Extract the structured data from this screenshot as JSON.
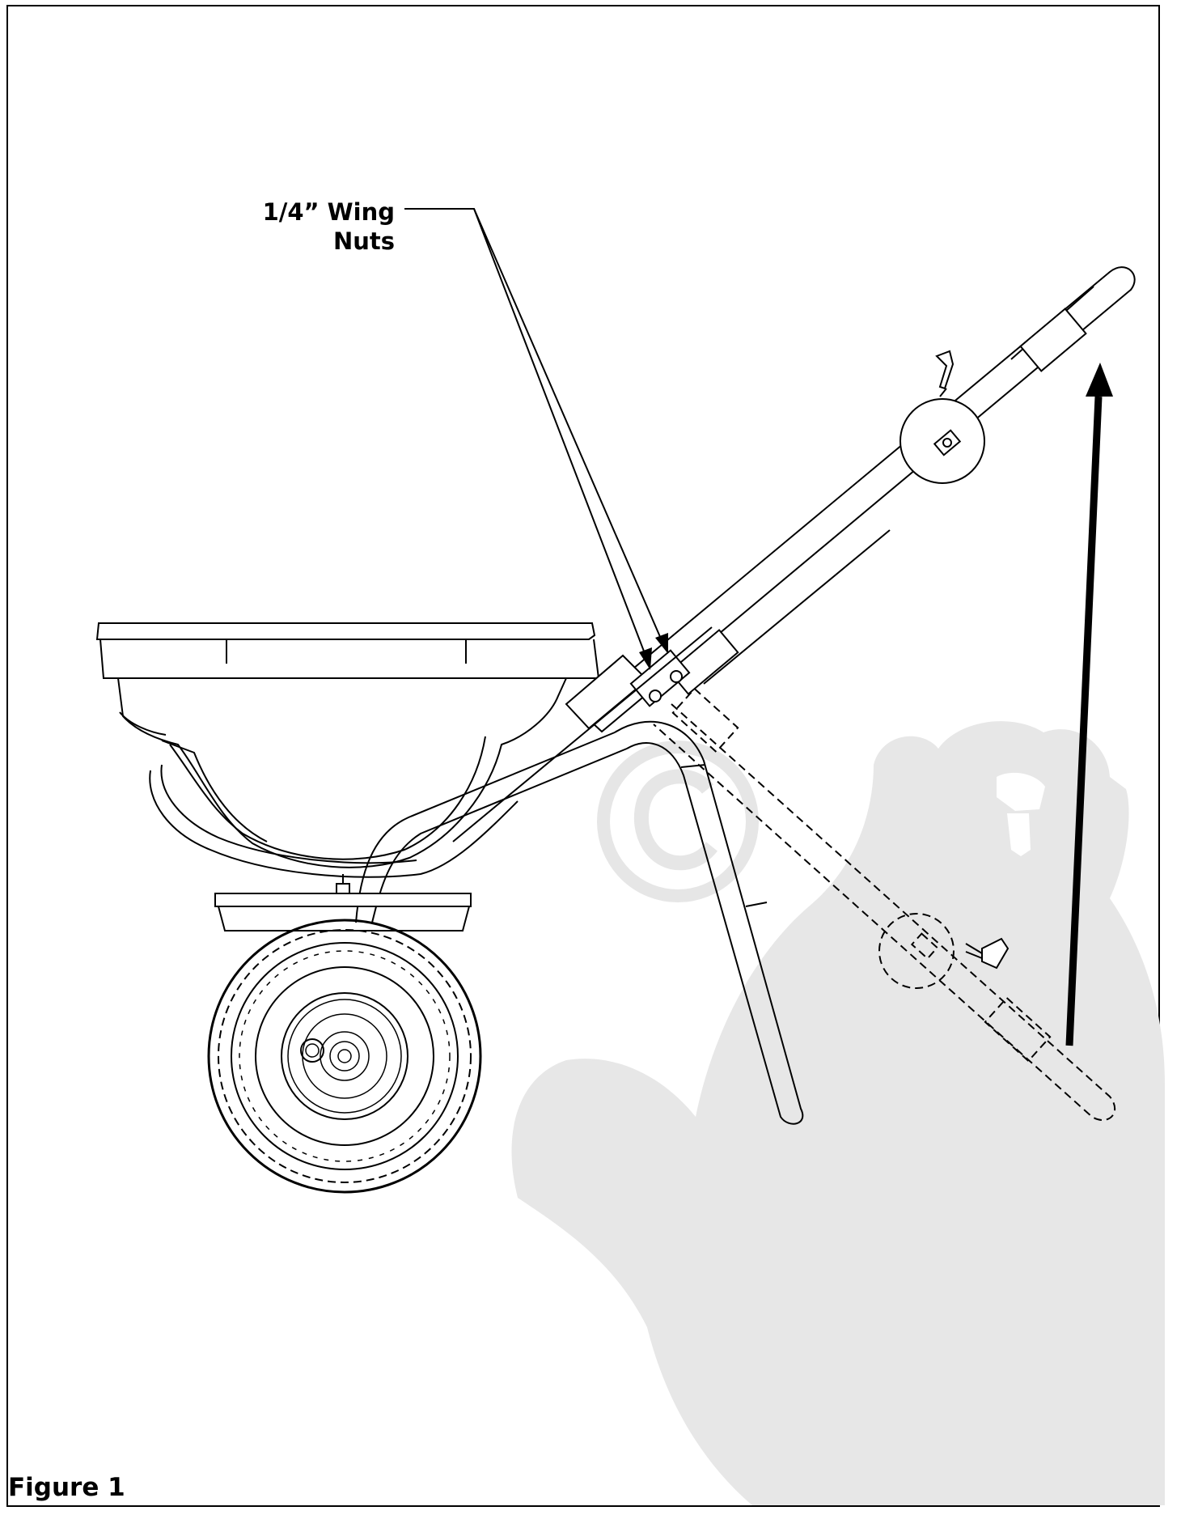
{
  "callout": {
    "line1": "1/4” Wing",
    "line2": "Nuts"
  },
  "figure": {
    "label": "Figure 1"
  },
  "colors": {
    "line": "#000000",
    "watermark": "#e6e6e6",
    "background": "#ffffff"
  },
  "icons": [
    "beaver-watermark-icon",
    "copyright-watermark-icon",
    "up-arrow-icon",
    "wing-nut-icon"
  ]
}
